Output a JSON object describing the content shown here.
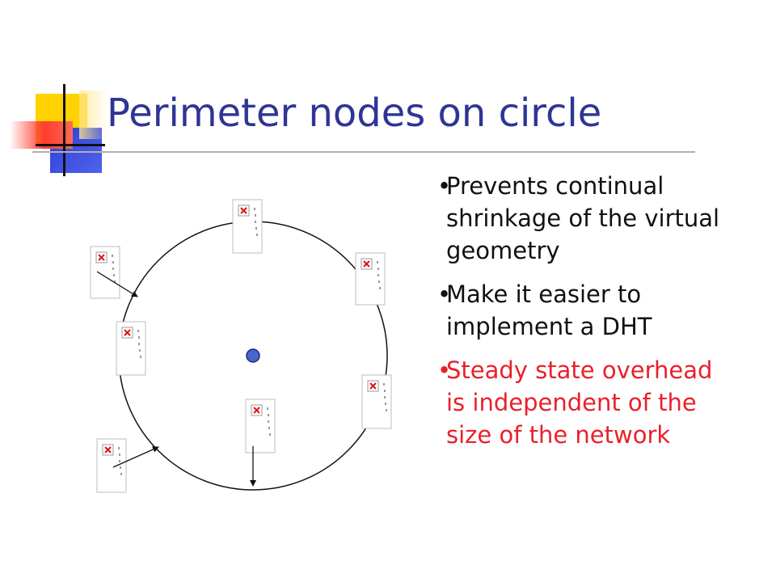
{
  "slide": {
    "title": "Perimeter nodes on circle"
  },
  "bullets": [
    {
      "text": "Prevents continual shrinkage of the virtual geometry",
      "color": "#111111"
    },
    {
      "text": "Make it easier to implement a DHT",
      "color": "#111111"
    },
    {
      "text": "Steady state overhead is independent of the size of the network",
      "color": "#e8212b"
    }
  ],
  "bullet_marker": "•",
  "diagram": {
    "node_icon": "broken-image-icon",
    "center_node_icon": "center-node-icon",
    "node_count": 7,
    "arrow_count": 3
  },
  "colors": {
    "title": "#2e3595",
    "accent_yellow": "#ffd200",
    "accent_blue": "#2d3ed8",
    "accent_red": "#ff3b30",
    "center_node": "#4a64c9"
  }
}
